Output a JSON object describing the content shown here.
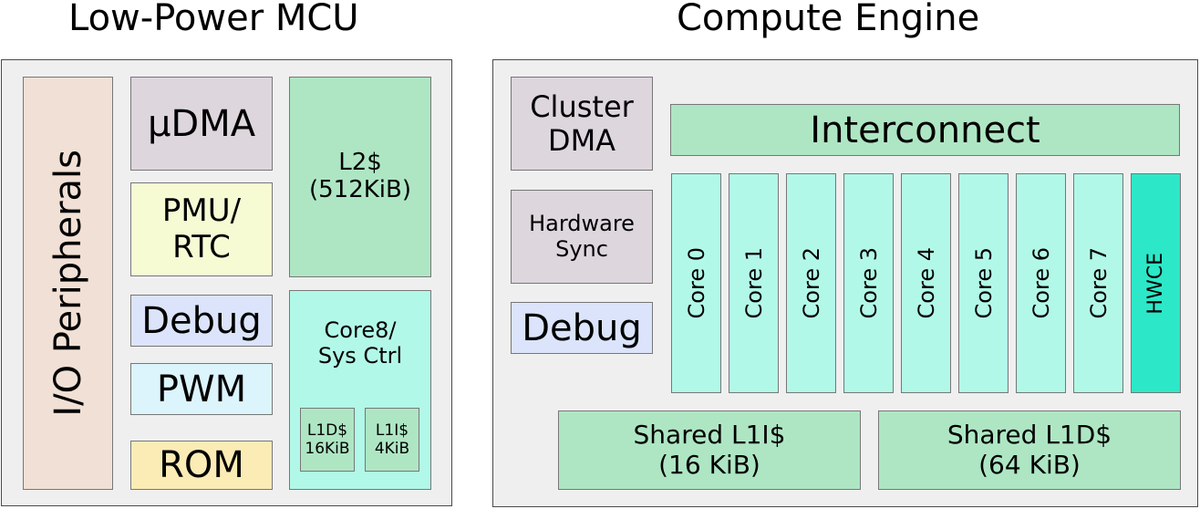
{
  "titles": {
    "left": "Low-Power MCU",
    "right": "Compute Engine"
  },
  "mcu": {
    "io_peripherals": "I/O Peripherals",
    "udma": "μDMA",
    "pmu_rtc": [
      "PMU/",
      "RTC"
    ],
    "debug": "Debug",
    "pwm": "PWM",
    "rom": "ROM",
    "l2": [
      "L2$",
      "(512KiB)"
    ],
    "core8": [
      "Core8/",
      "Sys Ctrl"
    ],
    "l1d": [
      "L1D$",
      "16KiB"
    ],
    "l1i": [
      "L1I$",
      "4KiB"
    ]
  },
  "engine": {
    "cluster_dma": [
      "Cluster",
      "DMA"
    ],
    "hardware_sync": [
      "Hardware",
      "Sync"
    ],
    "debug": "Debug",
    "interconnect": "Interconnect",
    "cores": [
      "Core 0",
      "Core 1",
      "Core 2",
      "Core 3",
      "Core 4",
      "Core 5",
      "Core 6",
      "Core 7"
    ],
    "hwce": "HWCE",
    "shared_l1i": [
      "Shared L1I$",
      "(16 KiB)"
    ],
    "shared_l1d": [
      "Shared L1D$",
      "(64 KiB)"
    ]
  }
}
